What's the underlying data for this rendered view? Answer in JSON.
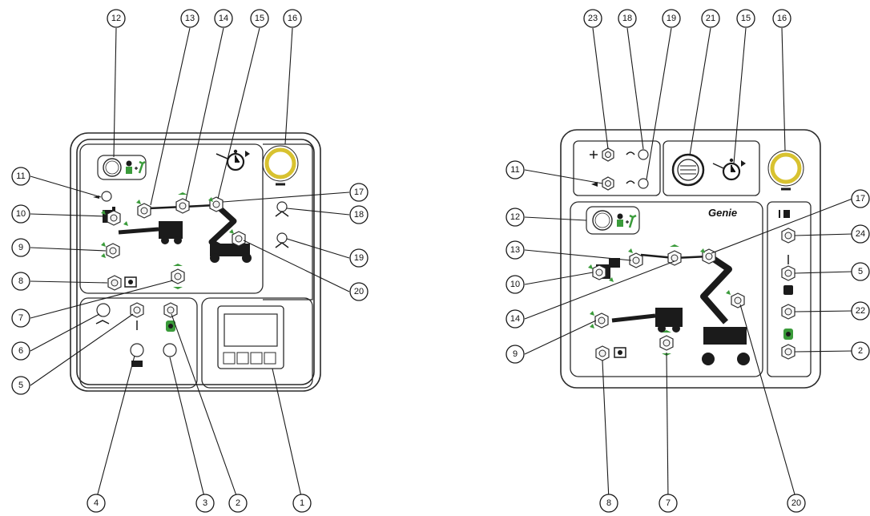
{
  "left_panel": {
    "callouts": [
      "1",
      "2",
      "3",
      "4",
      "5",
      "6",
      "7",
      "8",
      "9",
      "10",
      "11",
      "12",
      "13",
      "14",
      "15",
      "16",
      "17",
      "18",
      "19",
      "20"
    ]
  },
  "right_panel": {
    "brand": "Genie",
    "callouts": [
      "2",
      "5",
      "7",
      "8",
      "9",
      "10",
      "11",
      "12",
      "13",
      "14",
      "15",
      "16",
      "17",
      "18",
      "19",
      "20",
      "21",
      "22",
      "23",
      "24"
    ]
  },
  "colors": {
    "accent_green": "#3a9b3a",
    "estop_yellow": "#d8c230",
    "line": "#2a2a2a"
  }
}
